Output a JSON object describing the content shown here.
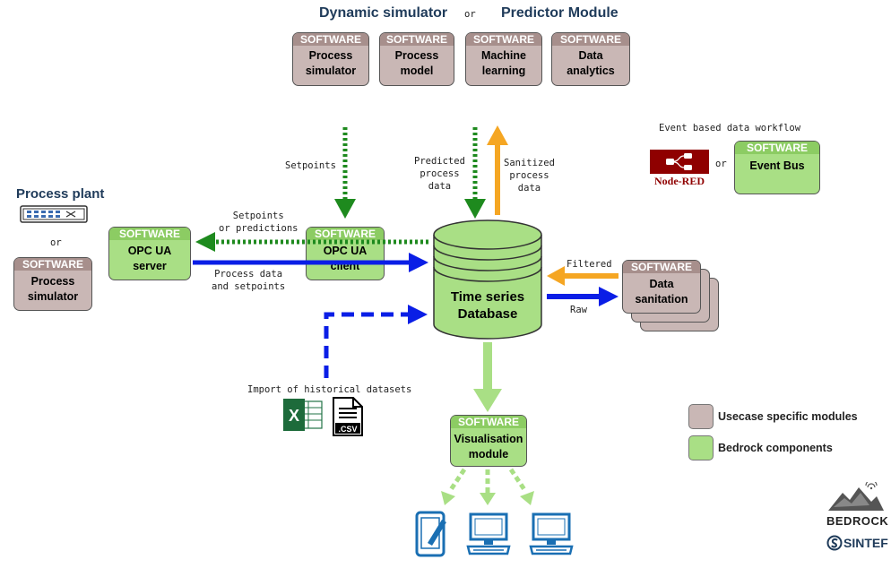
{
  "titles": {
    "dynamic_simulator": "Dynamic simulator",
    "or": "or",
    "predictor_module": "Predictor Module",
    "process_plant": "Process plant"
  },
  "software_tag": "SOFTWARE",
  "modules": {
    "process_simulator_top": [
      "Process",
      "simulator"
    ],
    "process_model": [
      "Process",
      "model"
    ],
    "machine_learning": [
      "Machine",
      "learning"
    ],
    "data_analytics": [
      "Data",
      "analytics"
    ],
    "event_bus": [
      "Event Bus"
    ],
    "opc_ua_server": [
      "OPC UA",
      "server"
    ],
    "opc_ua_client": [
      "OPC UA",
      "client"
    ],
    "process_simulator_left": [
      "Process",
      "simulator"
    ],
    "data_sanitation": [
      "Data",
      "sanitation"
    ],
    "visualisation": [
      "Visualisation",
      "module"
    ]
  },
  "database": [
    "Time series",
    "Database"
  ],
  "labels": {
    "event_workflow": "Event based data workflow",
    "node_red": "Node-RED",
    "or": "or",
    "setpoints": "Setpoints",
    "predicted": "Predicted\nprocess\ndata",
    "sanitized": "Sanitized\nprocess\ndata",
    "setpoints_or_predictions": "Setpoints\nor predictions",
    "process_data_setpoints": "Process data\nand setpoints",
    "filtered": "Filtered",
    "raw": "Raw",
    "import": "Import of historical datasets",
    "csv": ".CSV"
  },
  "legend": [
    {
      "label": "Usecase specific modules",
      "color": "#c9b7b5"
    },
    {
      "label": "Bedrock components",
      "color": "#a9df85"
    }
  ],
  "logos": {
    "bedrock": "BEDROCK",
    "sintef": "SINTEF"
  },
  "colors": {
    "green_arrow": "#1e8a1e",
    "blue_arrow": "#0a1ee6",
    "orange_arrow": "#f5a623",
    "light_green_arrow": "#a9df85",
    "icon_blue": "#1a6fb3"
  },
  "icons": [
    "tablet-icon",
    "computer-icon",
    "computer-icon",
    "network-switch-icon",
    "excel-icon",
    "csv-file-icon",
    "node-red-icon"
  ]
}
